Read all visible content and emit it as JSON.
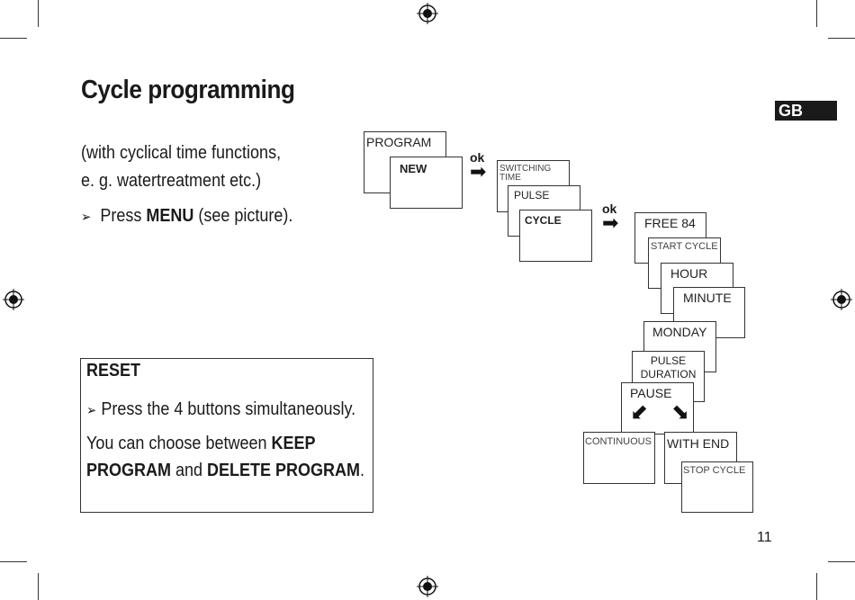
{
  "page": {
    "title": "Cycle programming",
    "intro_line1": "(with cyclical time functions,",
    "intro_line2": "e. g. watertreatment etc.)",
    "bullet_symbol": "➢",
    "press_prefix": "Press ",
    "press_bold": "MENU",
    "press_suffix": " (see picture).",
    "language_tab": "GB",
    "page_number": "11"
  },
  "reset_box": {
    "title": "RESET",
    "bullet_symbol": "➢",
    "press_text": "Press the 4 buttons simultaneously.",
    "choose_prefix": "You can choose between ",
    "keep_bold": "KEEP",
    "program_bold": "PROGRAM",
    "and_text": " and ",
    "delete_bold": "DELETE PROGRAM",
    "period": "."
  },
  "diagram": {
    "ok_label_1": "ok",
    "ok_label_2": "ok",
    "screens": {
      "program": "PROGRAM",
      "new": "NEW",
      "switching_time_1": "SWITCHING",
      "switching_time_2": "TIME",
      "pulse": "PULSE",
      "cycle": "CYCLE",
      "free": "FREE 84",
      "start_cycle": "START CYCLE",
      "hour": "HOUR",
      "minute": "MINUTE",
      "monday": "MONDAY",
      "pulse_duration_1": "PULSE",
      "pulse_duration_2": "DURATION",
      "pause": "PAUSE",
      "continuous": "CONTINUOUS",
      "with_end": "WITH END",
      "stop_cycle": "STOP CYCLE"
    },
    "arrow_right": "➡",
    "arrow_down_left": "⬋",
    "arrow_down_right": "⬊"
  }
}
